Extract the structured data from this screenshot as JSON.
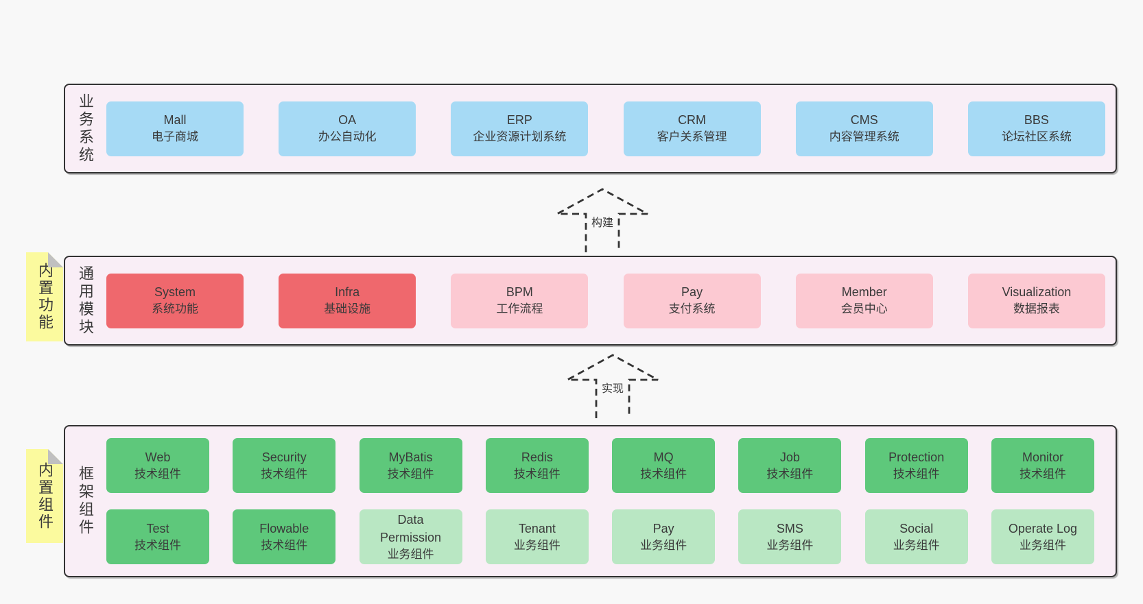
{
  "colors": {
    "page-bg": "#f8f8f8",
    "band-bg": "#f9eef6",
    "line": "#333333",
    "text": "#3a3a3a",
    "node-blue": "#a6daf5",
    "node-red": "#ef686d",
    "node-pink": "#fcc9d2",
    "node-green": "#5ec87b",
    "node-lightgreen": "#b9e7c3",
    "note-yellow": "#fbfa9e",
    "note-fold": "#c0c0c0"
  },
  "arrows": [
    {
      "label": "构建"
    },
    {
      "label": "实现"
    }
  ],
  "layers": [
    {
      "label": "业务系统",
      "boxes": [
        {
          "name": "Mall",
          "desc": "电子商城"
        },
        {
          "name": "OA",
          "desc": "办公自动化"
        },
        {
          "name": "ERP",
          "desc": "企业资源计划系统"
        },
        {
          "name": "CRM",
          "desc": "客户关系管理"
        },
        {
          "name": "CMS",
          "desc": "内容管理系统"
        },
        {
          "name": "BBS",
          "desc": "论坛社区系统"
        }
      ]
    },
    {
      "label": "通用模块",
      "note": "内置功能",
      "boxes": [
        {
          "name": "System",
          "desc": "系统功能"
        },
        {
          "name": "Infra",
          "desc": "基础设施"
        },
        {
          "name": "BPM",
          "desc": "工作流程"
        },
        {
          "name": "Pay",
          "desc": "支付系统"
        },
        {
          "name": "Member",
          "desc": "会员中心"
        },
        {
          "name": "Visualization",
          "desc": "数据报表"
        }
      ]
    },
    {
      "label": "框架组件",
      "note": "内置组件",
      "rows": [
        [
          {
            "name": "Web",
            "desc": "技术组件"
          },
          {
            "name": "Security",
            "desc": "技术组件"
          },
          {
            "name": "MyBatis",
            "desc": "技术组件"
          },
          {
            "name": "Redis",
            "desc": "技术组件"
          },
          {
            "name": "MQ",
            "desc": "技术组件"
          },
          {
            "name": "Job",
            "desc": "技术组件"
          },
          {
            "name": "Protection",
            "desc": "技术组件"
          },
          {
            "name": "Monitor",
            "desc": "技术组件"
          }
        ],
        [
          {
            "name": "Test",
            "desc": "技术组件"
          },
          {
            "name": "Flowable",
            "desc": "技术组件"
          },
          {
            "name": "Data Permission",
            "desc": "业务组件"
          },
          {
            "name": "Tenant",
            "desc": "业务组件"
          },
          {
            "name": "Pay",
            "desc": "业务组件"
          },
          {
            "name": "SMS",
            "desc": "业务组件"
          },
          {
            "name": "Social",
            "desc": "业务组件"
          },
          {
            "name": "Operate Log",
            "desc": "业务组件"
          }
        ]
      ]
    }
  ]
}
